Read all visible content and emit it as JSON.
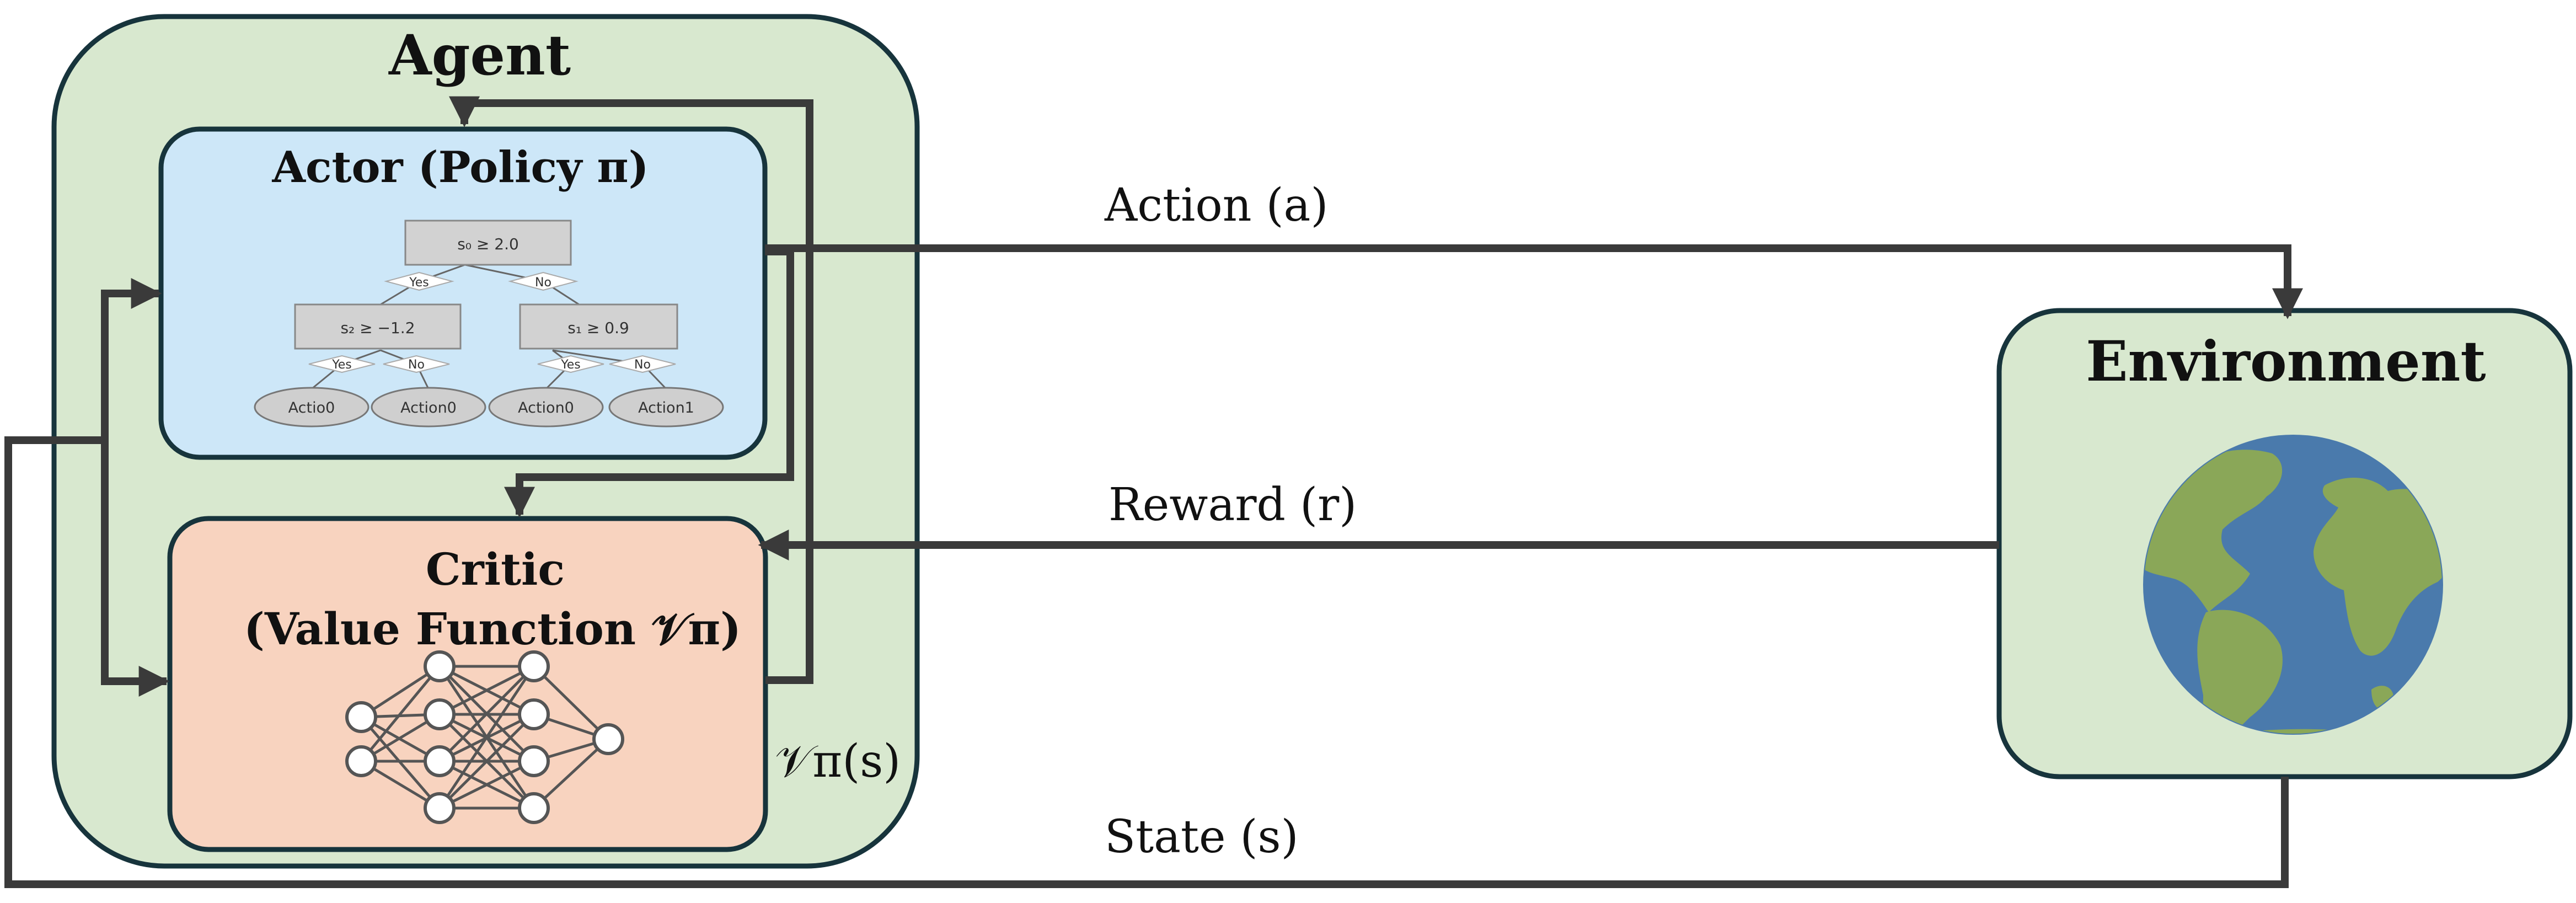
{
  "colors": {
    "agent_fill": "#d8e8cf",
    "actor_fill": "#cde7f8",
    "critic_fill": "#f8d3bf",
    "env_fill": "#d8e8cf",
    "box_stroke": "#17343c",
    "arrow": "#3a3a3a",
    "tree_node": "#d2d2d2",
    "tree_leaf": "#cfcfcf",
    "ocean": "#4a7aac",
    "land": "#8aa758"
  },
  "icons": {
    "tree": "decision-tree-icon",
    "network": "neural-network-icon",
    "globe": "earth-globe-icon"
  },
  "agent": {
    "title": "Agent"
  },
  "actor": {
    "title": "Actor (Policy π)",
    "tree": {
      "root": "s₀ ≥ 2.0",
      "left": "s₂ ≥ −1.2",
      "right": "s₁ ≥ 0.9",
      "branch_yes": "Yes",
      "branch_no": "No",
      "leaves": [
        "Actio0",
        "Action0",
        "Action0",
        "Action1"
      ]
    }
  },
  "critic": {
    "title_line1": "Critic",
    "title_line2": "(Value Function 𝒱π)"
  },
  "environment": {
    "title": "Environment"
  },
  "labels": {
    "action": "Action (a)",
    "reward": "Reward (r)",
    "state": "State (s)",
    "value_output": "𝒱π(s)"
  }
}
